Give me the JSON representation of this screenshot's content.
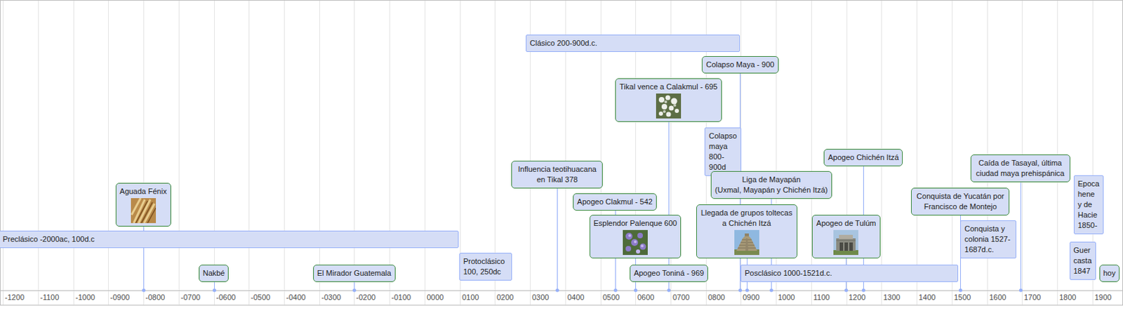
{
  "diagram": {
    "nodes": [
      {
        "text": [
          "Clásico 200-900d.c."
        ]
      },
      {
        "text": [
          "Colapso Maya - 900"
        ]
      },
      {
        "text": [
          "Tikal vence a Calakmul - 695"
        ]
      },
      {
        "text": [
          "Colapso maya 800-900d"
        ]
      },
      {
        "text": [
          "Apogeo Chichén Itzá"
        ]
      },
      {
        "text": [
          "Caída de Tasayal, última ciudad maya prehispánica"
        ]
      },
      {
        "text": [
          "Influencia teotihuacana en Tikal 378"
        ]
      },
      {
        "text": [
          "Liga de Mayapán",
          "(Uxmal, Mayapán y Chichén Itzá)"
        ]
      },
      {
        "text": [
          "Epoca hene y de Hacie 1850-"
        ]
      },
      {
        "text": [
          "Aguada Fénix"
        ]
      },
      {
        "text": [
          "Conquista de Yucatán por Francisco de Montejo"
        ]
      },
      {
        "text": [
          "Apogeo Clakmul - 542"
        ]
      },
      {
        "text": [
          "Llegada de grupos toltecas a Chichén Itzá"
        ]
      },
      {
        "text": [
          "Esplendor Palenque 600"
        ]
      },
      {
        "text": [
          "Apogeo de Tulúm"
        ]
      },
      {
        "text": [
          "Conquista y colonia 1527-1687d.c."
        ]
      },
      {
        "text": [
          "Preclásico -2000ac, 100d.c"
        ]
      },
      {
        "text": [
          "Guer casta 1847"
        ]
      },
      {
        "text": [
          "Protoclásico 100, 250dc"
        ]
      },
      {
        "text": [
          "Nakbé"
        ]
      },
      {
        "text": [
          "El Mirador Guatemala"
        ]
      },
      {
        "text": [
          "Apogeo Toniná - 969"
        ]
      },
      {
        "text": [
          "Posclásico 1000-1521d.c."
        ]
      },
      {
        "text": [
          "hoy"
        ]
      }
    ],
    "labels": [
      "-1200",
      "-1100",
      "-1000",
      "-0900",
      "-0800",
      "-0700",
      "-0600",
      "-0500",
      "-0400",
      "-0300",
      "-0200",
      "-0100",
      "0000",
      "0100",
      "0200",
      "0300",
      "0400",
      "0500",
      "0600",
      "0700",
      "0800",
      "0900",
      "1000",
      "1100",
      "1200",
      "1300",
      "1400",
      "1500",
      "1600",
      "1700",
      "1800",
      "1900"
    ]
  }
}
